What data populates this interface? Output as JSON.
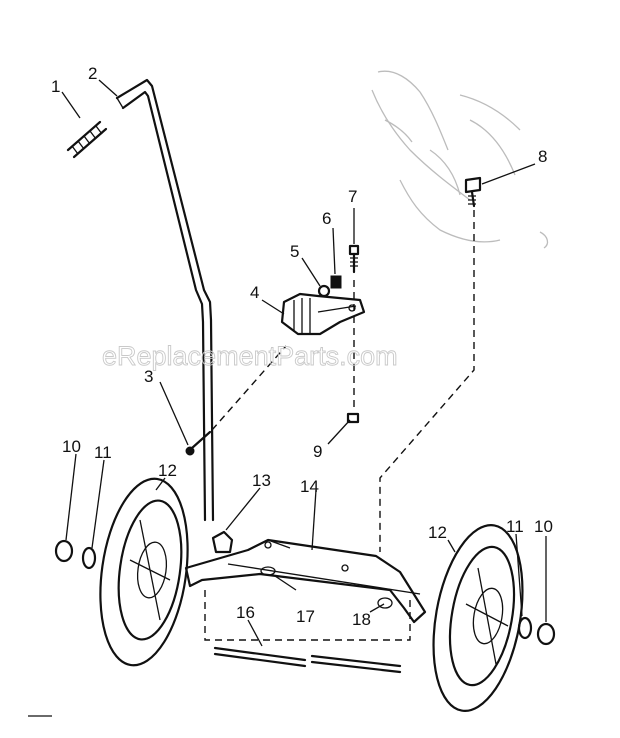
{
  "watermark": "eReplacementParts.com",
  "callouts": [
    {
      "id": "part-1-callout",
      "text": "1"
    },
    {
      "id": "part-2-callout",
      "text": "2"
    },
    {
      "id": "part-3-callout",
      "text": "3"
    },
    {
      "id": "part-4-callout",
      "text": "4"
    },
    {
      "id": "part-5-callout",
      "text": "5"
    },
    {
      "id": "part-6-callout",
      "text": "6"
    },
    {
      "id": "part-7-callout",
      "text": "7"
    },
    {
      "id": "part-8-callout",
      "text": "8"
    },
    {
      "id": "part-9-callout",
      "text": "9"
    },
    {
      "id": "part-10-left-callout",
      "text": "10"
    },
    {
      "id": "part-11-left-callout",
      "text": "11"
    },
    {
      "id": "part-12-left-callout",
      "text": "12"
    },
    {
      "id": "part-13-callout",
      "text": "13"
    },
    {
      "id": "part-14-callout",
      "text": "14"
    },
    {
      "id": "part-16-callout",
      "text": "16"
    },
    {
      "id": "part-17-callout",
      "text": "17"
    },
    {
      "id": "part-18-callout",
      "text": "18"
    },
    {
      "id": "part-12-right-callout",
      "text": "12"
    },
    {
      "id": "part-11-right-callout",
      "text": "11"
    },
    {
      "id": "part-10-right-callout",
      "text": "10"
    }
  ]
}
